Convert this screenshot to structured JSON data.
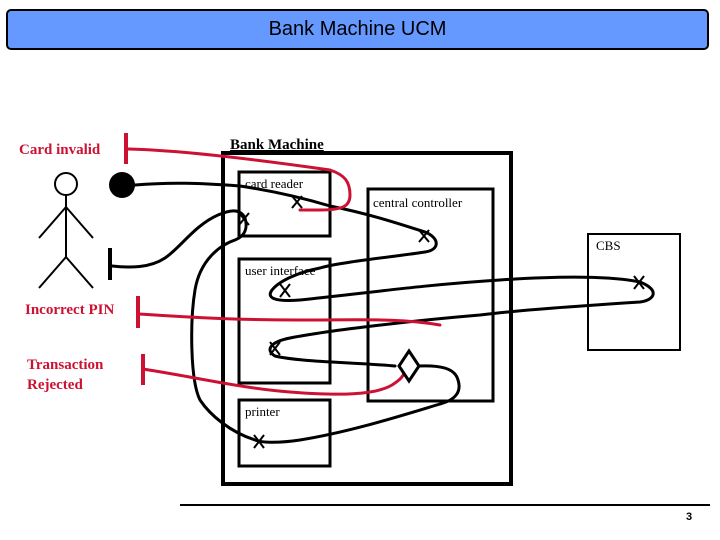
{
  "title": "Bank Machine UCM",
  "page_number": "3",
  "colors": {
    "title_bar_bg": "#6699ff",
    "failure_path": "#cc1133",
    "path": "#000000"
  },
  "actor": {
    "name": "user-actor",
    "icon": "stick-figure-icon"
  },
  "components": {
    "bank_machine": {
      "label": "Bank Machine"
    },
    "card_reader": {
      "label": "card reader"
    },
    "user_interface": {
      "label": "user interface"
    },
    "printer": {
      "label": "printer"
    },
    "central_controller": {
      "label": "central controller"
    },
    "cbs": {
      "label": "CBS"
    }
  },
  "end_points": {
    "card_invalid": {
      "label": "Card invalid"
    },
    "incorrect_pin": {
      "label": "Incorrect PIN"
    },
    "transaction_rejected": {
      "label_line1": "Transaction",
      "label_line2": "Rejected"
    }
  },
  "legend_symbols": {
    "start_point": "filled-circle",
    "end_point": "bar",
    "responsibility": "x-mark",
    "or_fork": "diamond"
  }
}
